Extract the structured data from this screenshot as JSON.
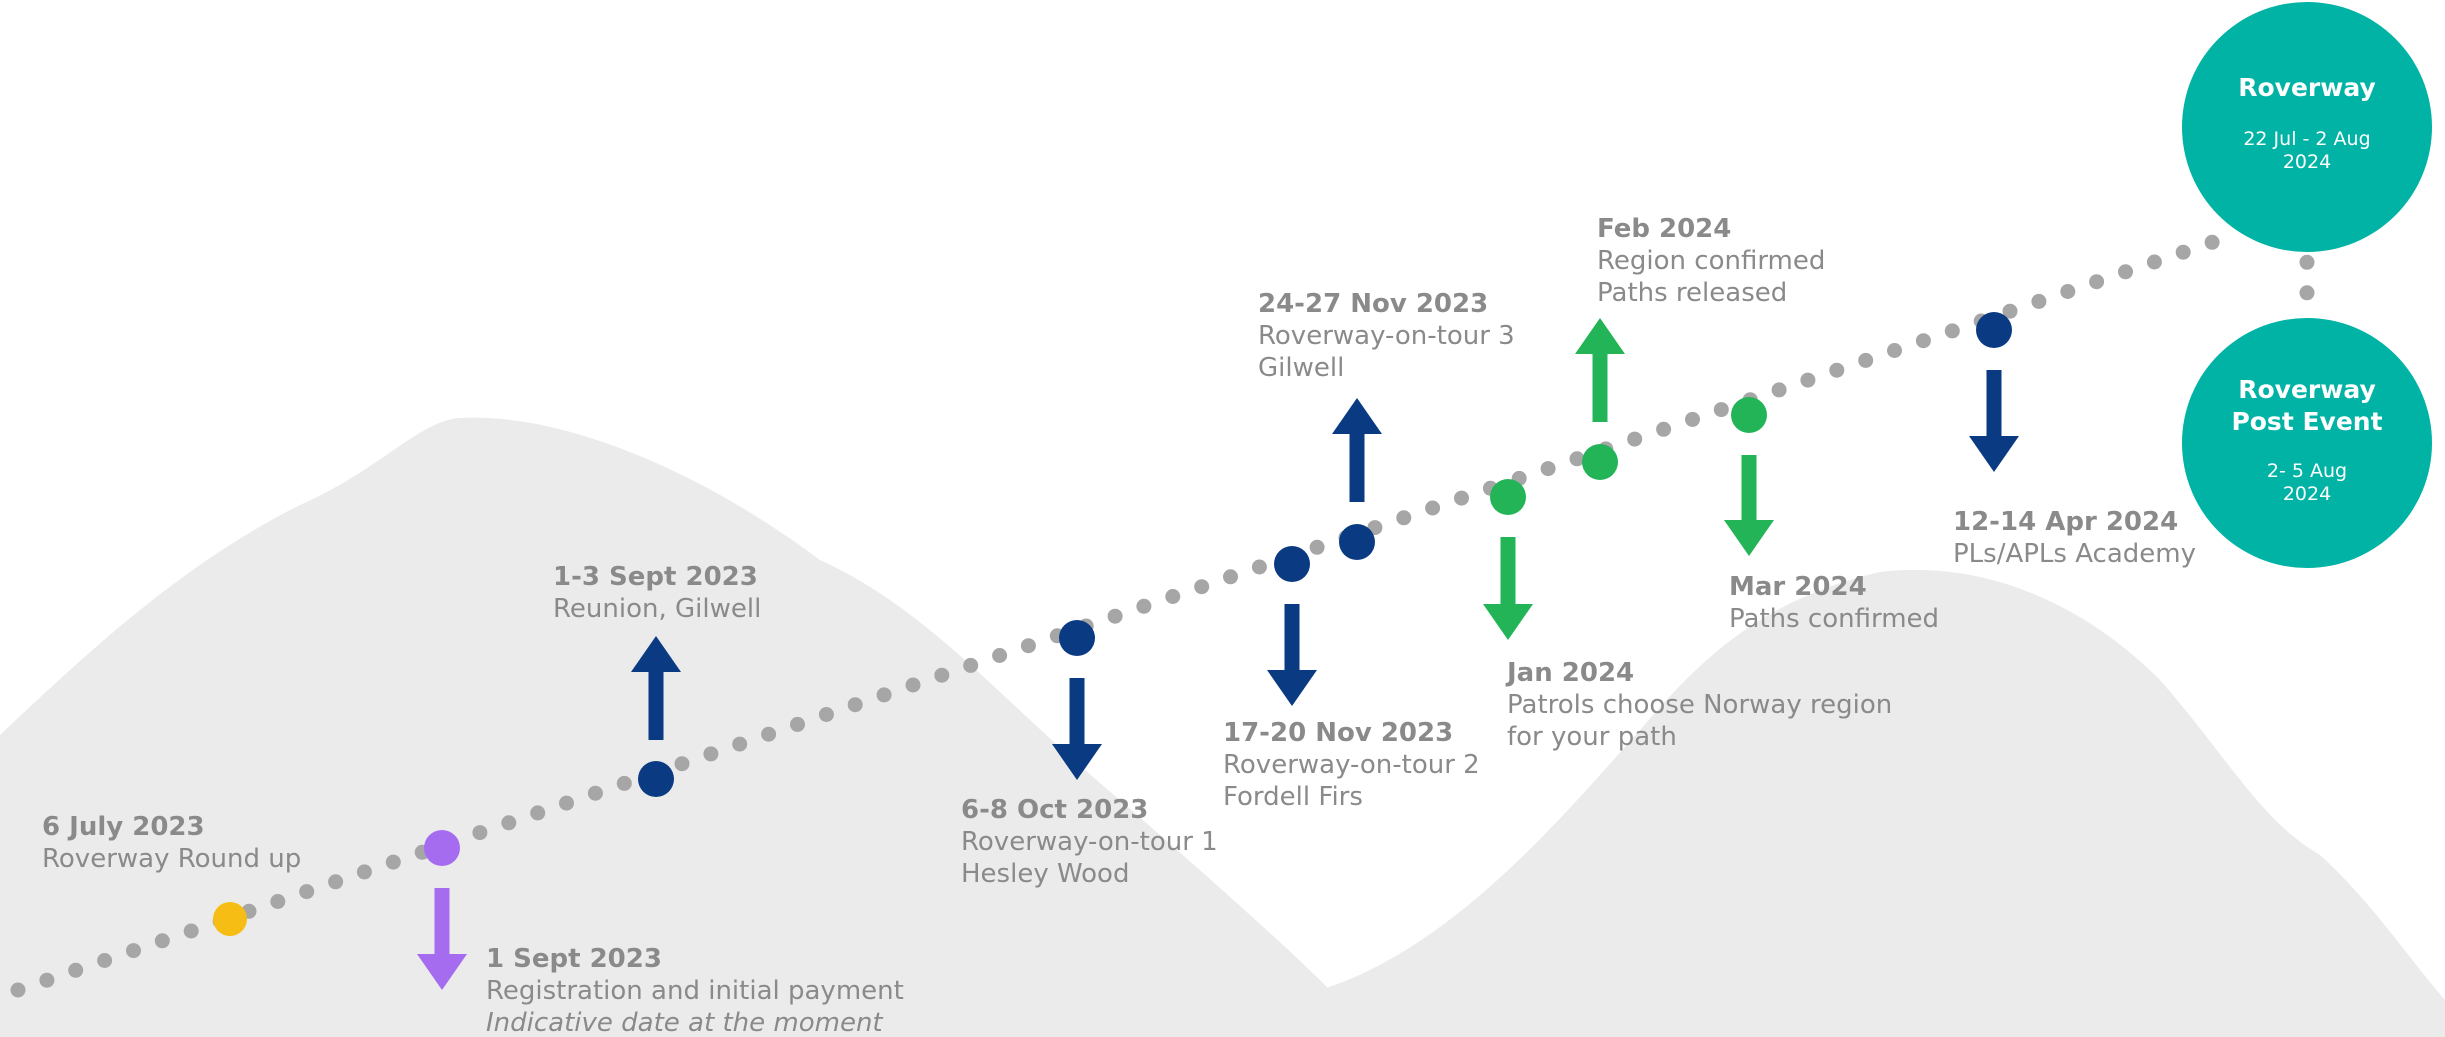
{
  "colors": {
    "background": "#ffffff",
    "mountain": "#ebebeb",
    "path_dots": "#a6a6a6",
    "navy": "#0a3a82",
    "green": "#22b457",
    "purple": "#a56cf0",
    "yellow": "#f6be14",
    "teal": "#00b3a4",
    "text": "#8a8a8a"
  },
  "events": [
    {
      "id": "roundup",
      "date": "6 July 2023",
      "lines": [
        "Roverway Round up"
      ],
      "color": "yellow",
      "arrow": "none"
    },
    {
      "id": "registration",
      "date": "1 Sept 2023",
      "lines": [
        "Registration and initial payment"
      ],
      "note": "Indicative date at the moment",
      "color": "purple",
      "arrow": "down"
    },
    {
      "id": "reunion",
      "date": "1-3 Sept 2023",
      "lines": [
        "Reunion, Gilwell"
      ],
      "color": "navy",
      "arrow": "up"
    },
    {
      "id": "tour1",
      "date": "6-8 Oct 2023",
      "lines": [
        "Roverway-on-tour 1",
        "Hesley Wood"
      ],
      "color": "navy",
      "arrow": "down"
    },
    {
      "id": "tour2",
      "date": "17-20 Nov 2023",
      "lines": [
        "Roverway-on-tour 2",
        "Fordell Firs"
      ],
      "color": "navy",
      "arrow": "down"
    },
    {
      "id": "tour3",
      "date": "24-27 Nov 2023",
      "lines": [
        "Roverway-on-tour 3",
        "Gilwell"
      ],
      "color": "navy",
      "arrow": "up"
    },
    {
      "id": "jan2024",
      "date": "Jan 2024",
      "lines": [
        "Patrols choose Norway region",
        "for your path"
      ],
      "color": "green",
      "arrow": "down"
    },
    {
      "id": "feb2024",
      "date": "Feb 2024",
      "lines": [
        "Region confirmed",
        "Paths released"
      ],
      "color": "green",
      "arrow": "up"
    },
    {
      "id": "mar2024",
      "date": "Mar 2024",
      "lines": [
        "Paths confirmed"
      ],
      "color": "green",
      "arrow": "down"
    },
    {
      "id": "apr2024",
      "date": "12-14 Apr 2024",
      "lines": [
        "PLs/APLs Academy"
      ],
      "color": "navy",
      "arrow": "down"
    }
  ],
  "milestones": [
    {
      "id": "roverway",
      "title_lines": [
        "Roverway"
      ],
      "sub_lines": [
        "22 Jul - 2 Aug",
        "2024"
      ]
    },
    {
      "id": "post_event",
      "title_lines": [
        "Roverway",
        "Post Event"
      ],
      "sub_lines": [
        "2- 5 Aug",
        "2024"
      ]
    }
  ]
}
